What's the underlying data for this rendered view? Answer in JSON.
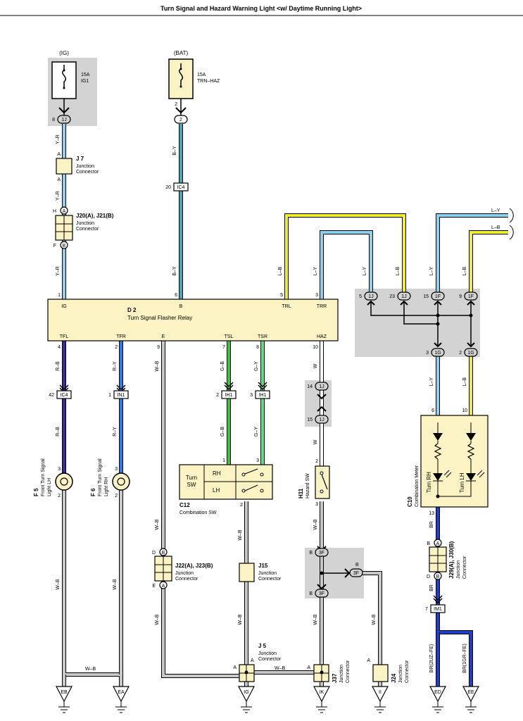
{
  "title": "Turn Signal and Hazard Warning Light <w/ Daytime Running Light>",
  "colors": {
    "wire_yellow": "#f2ee2a",
    "wire_light_blue": "#8cd2f0",
    "wire_blue": "#1e3fc8",
    "wire_green": "#3cc832",
    "wire_teal": "#40a8b8",
    "wire_gray": "#c8c8c8",
    "wire_purple": "#3a2a9a",
    "component_fill": "#fbf3c4",
    "shade_fill": "#d3d3d3"
  },
  "power": {
    "ig_label": "(IG)",
    "bat_label": "(BAT)",
    "ig1_fuse": {
      "rating": "15A",
      "name": "IG1"
    },
    "trn_fuse": {
      "rating": "15A",
      "name": "TRN–HAZ"
    }
  },
  "connectors": {
    "1J_8": {
      "pin": "8",
      "code": "1J"
    },
    "2_2": {
      "pin": "2",
      "code": "2"
    },
    "ic4_20": {
      "pin": "20",
      "code": "IC4"
    },
    "ic4_42": {
      "pin": "42",
      "code": "IC4"
    },
    "in1_1": {
      "pin": "1",
      "code": "IN1"
    },
    "ih1_2": {
      "pin": "2",
      "code": "IH1"
    },
    "ih1_3": {
      "pin": "3",
      "code": "IH1"
    },
    "1j_14": {
      "pin": "14",
      "code": "1J"
    },
    "1j_15": {
      "pin": "15",
      "code": "1J"
    },
    "im1_7": {
      "pin": "7",
      "code": "IM1"
    },
    "meter_in": [
      {
        "pin": "5",
        "code": "1J"
      },
      {
        "pin": "23",
        "code": "1J"
      },
      {
        "pin": "15",
        "code": "1F"
      },
      {
        "pin": "9",
        "code": "1F"
      }
    ],
    "meter_out": [
      {
        "pin": "3",
        "code": "1G"
      },
      {
        "pin": "2",
        "code": "1G"
      }
    ],
    "3f_top": {
      "pin": "B",
      "code": "3F"
    },
    "3f_right": {
      "pin": "B",
      "code": "3F"
    },
    "3f_bottom": {
      "pin": "B",
      "code": "3F"
    }
  },
  "components": {
    "j7": {
      "code": "J 7",
      "name1": "Junction",
      "name2": "Connector",
      "pin_top": "A",
      "pin_bottom": "A"
    },
    "j20": {
      "code": "J20(A), J21(B)",
      "name1": "Junction",
      "name2": "Connector",
      "pin_h": "H",
      "pin_a": "A",
      "pin_f": "F",
      "pin_b": "B"
    },
    "relay": {
      "code": "D 2",
      "name": "Turn Signal Flasher Relay",
      "top_pins": [
        {
          "num": "1",
          "label": "IG"
        },
        {
          "num": "6",
          "label": "B"
        },
        {
          "num": "5",
          "label": "TRL"
        },
        {
          "num": "3",
          "label": "TRR"
        }
      ],
      "bottom_pins": [
        {
          "num": "4",
          "label": "TFL"
        },
        {
          "num": "2",
          "label": "TFR"
        },
        {
          "num": "9",
          "label": "E"
        },
        {
          "num": "7",
          "label": "TSL"
        },
        {
          "num": "8",
          "label": "TSR"
        },
        {
          "num": "10",
          "label": "HAZ"
        }
      ]
    },
    "f5": {
      "code": "F 5",
      "name1": "Front Turn Signal",
      "name2": "Light LH",
      "pin_top": "3",
      "pin_bottom": "2"
    },
    "f6": {
      "code": "F 6",
      "name1": "Front Turn Signal",
      "name2": "Light RH",
      "pin_top": "3",
      "pin_bottom": "2"
    },
    "c12": {
      "code": "C12",
      "name": "Combination SW",
      "sw_label1": "Turn",
      "sw_label2": "SW",
      "rh": "RH",
      "lh": "LH",
      "pin_rh": "1",
      "pin_lh": "3",
      "pin_e": "2"
    },
    "h11": {
      "code": "H11",
      "name": "Hazard SW",
      "pin_top": "2",
      "pin_bottom": "3"
    },
    "c10": {
      "code": "C10",
      "name": "Combination Meter",
      "turn_rh": "Turn RH",
      "turn_lh": "Turn LH",
      "pin_in_left": "6",
      "pin_in_right": "10",
      "pin_out": "13"
    },
    "j22": {
      "code": "J22(A), J23(B)",
      "name1": "Junction",
      "name2": "Connector",
      "pin_d": "D",
      "pin_b": "B",
      "pin_e": "E",
      "pin_a": "A"
    },
    "j15": {
      "code": "J15",
      "name1": "Junction",
      "name2": "Connector"
    },
    "j5": {
      "code": "J 5",
      "name1": "Junction",
      "name2": "Connector",
      "pin_a1": "A",
      "pin_a2": "A"
    },
    "j37": {
      "code": "J37",
      "name1": "Junction",
      "name2": "Connector",
      "pin_a": "A"
    },
    "j24": {
      "code": "J24",
      "name1": "Junction",
      "name2": "Connector",
      "pin_a": "A"
    },
    "j29": {
      "code": "J29(A), J30(B)",
      "name1": "Junction",
      "name2": "Connector",
      "pin_b": "B",
      "pin_a": "A",
      "pin_d": "D",
      "pin_bb": "B"
    }
  },
  "wires": {
    "y_r": "Y–R",
    "b_y": "B–Y",
    "l_b": "L–B",
    "l_y": "L–Y",
    "r_b": "R–B",
    "r_y": "R–Y",
    "w_b": "W–B",
    "g_b": "G–B",
    "g_y": "G–Y",
    "w": "W",
    "br": "BR",
    "br_2uz": "BR(2UZ–FE)",
    "br_1gr": "BR(1GR–FE)"
  },
  "grounds": [
    "EB",
    "EA",
    "IG",
    "IK",
    "II",
    "ED",
    "EE"
  ]
}
